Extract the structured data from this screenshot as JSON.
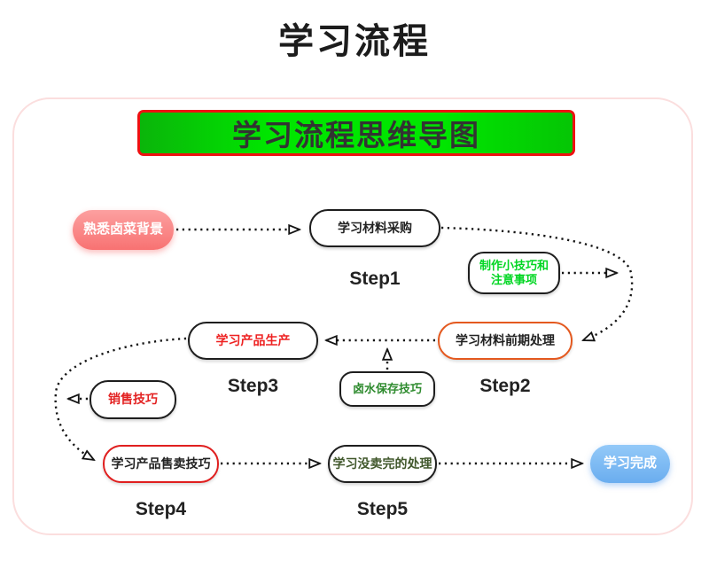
{
  "page": {
    "title": "学习流程"
  },
  "banner": {
    "text": "学习流程思维导图"
  },
  "nodes": {
    "background": {
      "label": "熟悉卤菜背景"
    },
    "step1": {
      "label": "学习材料采购",
      "step": "Step1"
    },
    "tips_make": {
      "line1": "制作小技巧和",
      "line2": "注意事项"
    },
    "step2": {
      "label": "学习材料前期处理",
      "step": "Step2"
    },
    "step3": {
      "label": "学习产品生产",
      "step": "Step3"
    },
    "brine": {
      "label": "卤水保存技巧"
    },
    "sales": {
      "label": "销售技巧"
    },
    "step4": {
      "label": "学习产品售卖技巧",
      "step": "Step4"
    },
    "step5": {
      "label": "学习没卖完的处理",
      "step": "Step5"
    },
    "done": {
      "label": "学习完成"
    }
  },
  "colors": {
    "banner_green": "#00e600",
    "banner_border_red": "#ee1111",
    "card_border_pink": "#fbdede",
    "node_pink": "#f87878",
    "node_blue": "#74b5f2",
    "accent_orange": "#e4591f",
    "accent_red": "#e01f1f",
    "text_red": "#ee2222",
    "text_green_bright": "#00d622",
    "text_green_dark": "#2e8b2e",
    "text_olive": "#41582c"
  }
}
